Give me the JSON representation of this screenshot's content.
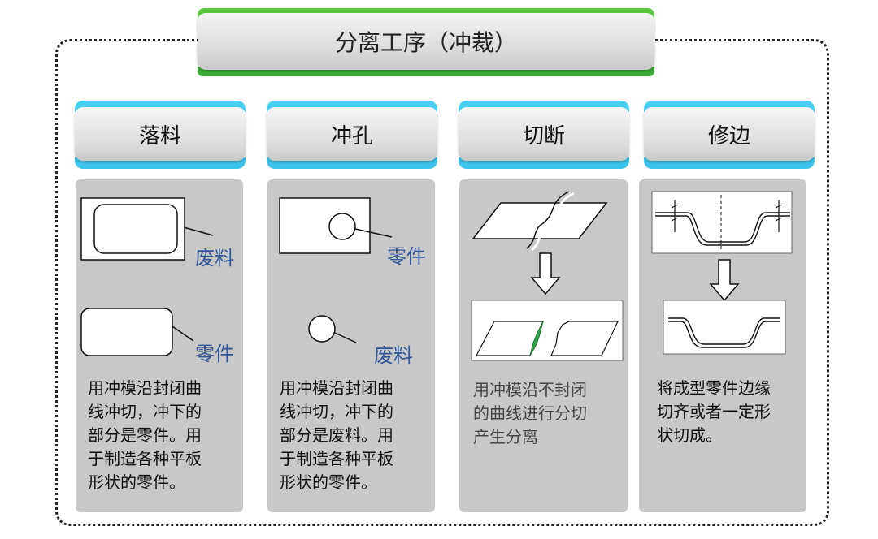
{
  "title": "分离工序（冲裁）",
  "columns": [
    {
      "heading": "落料",
      "label_a": "废料",
      "label_b": "零件",
      "description": [
        "用冲模沿封闭曲",
        "线冲切，冲下的",
        "部分是零件。用",
        "于制造各种平板",
        "形状的零件。"
      ]
    },
    {
      "heading": "冲孔",
      "label_a": "零件",
      "label_b": "废料",
      "description": [
        "用冲模沿封闭曲",
        "线冲切，冲下的",
        "部分是废料。用",
        "于制造各种平板",
        "形状的零件。"
      ]
    },
    {
      "heading": "切断",
      "description": [
        "用冲模沿不封闭",
        "的曲线进行分切",
        "产生分离"
      ]
    },
    {
      "heading": "修边",
      "description": [
        "将成型零件边缘",
        "切齐或者一定形",
        "状切成。"
      ]
    }
  ],
  "colors": {
    "title_accent": "#3bb036",
    "heading_accent": "#46d0f2",
    "panel": "#c8c8c8",
    "label": "#2f5597",
    "fracture": "#2faa4a"
  }
}
